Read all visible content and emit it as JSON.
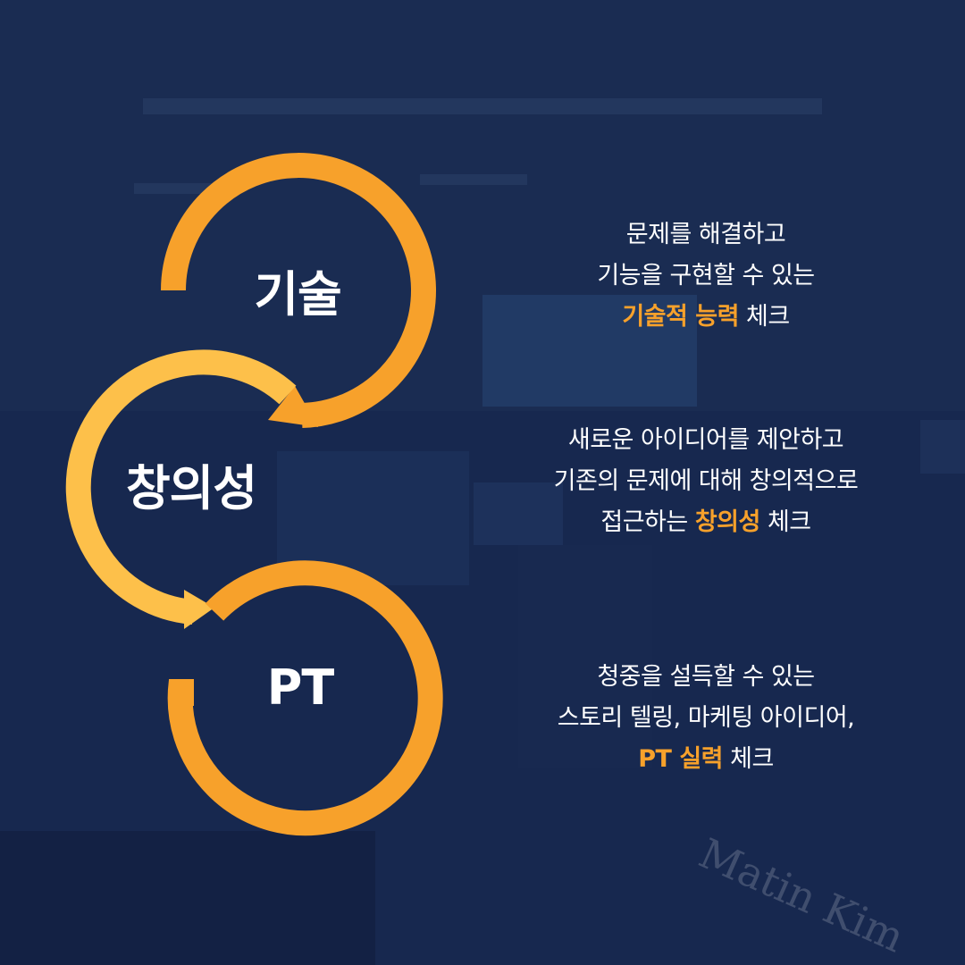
{
  "colors": {
    "background": "#18294c",
    "orange": "#f7a12b",
    "yellow": "#fdc04a",
    "text": "#ffffff",
    "highlight": "#f7a12b"
  },
  "cycle": [
    {
      "label": "기술",
      "color": "#f7a12b"
    },
    {
      "label": "창의성",
      "color": "#fdc04a"
    },
    {
      "label": "PT",
      "color": "#f7a12b"
    }
  ],
  "descriptions": [
    {
      "line1": "문제를 해결하고",
      "line2": "기능을 구현할 수 있는",
      "line3_highlight": "기술적 능력",
      "line3_rest": " 체크"
    },
    {
      "line1": "새로운 아이디어를 제안하고",
      "line2": "기존의 문제에 대해 창의적으로",
      "line3_prefix": "접근하는 ",
      "line3_highlight": "창의성",
      "line3_rest": " 체크"
    },
    {
      "line1": "청중을 설득할 수 있는",
      "line2": "스토리 텔링, 마케팅 아이디어,",
      "line3_highlight": "PT 실력",
      "line3_rest": " 체크"
    }
  ],
  "background_watermark": "Matin Kim"
}
